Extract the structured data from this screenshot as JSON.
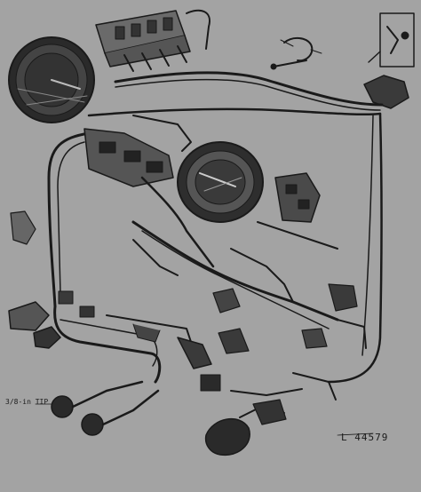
{
  "diagram": {
    "reference_id": "L 44579",
    "callout_label": "3/8-in TIP",
    "colors": {
      "background": "#a3a3a3",
      "ink": "#1a1a1a"
    },
    "components": [
      "round-gauge",
      "fuse-block",
      "speedometer-gauge",
      "wiring-harness",
      "toggle-switch",
      "relay-bracket",
      "connector-plugs",
      "socket-plugs",
      "lamp-connector"
    ]
  }
}
